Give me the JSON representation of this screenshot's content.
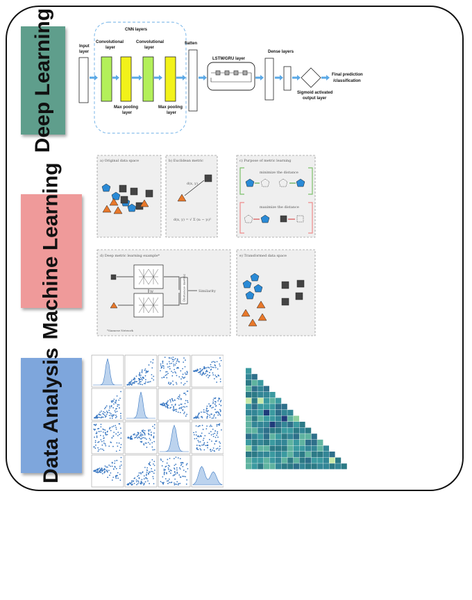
{
  "sections": {
    "deep_learning": "Deep Learning",
    "machine_learning": "Machine Learning",
    "data_analysis": "Data Analysis"
  },
  "dl": {
    "input_layer": [
      "Input",
      "layer"
    ],
    "cnn_layers": "CNN layers",
    "conv1": [
      "Convolutional",
      "layer"
    ],
    "conv2": [
      "Convolutional",
      "layer"
    ],
    "pool1": [
      "Max pooling",
      "layer"
    ],
    "pool2": [
      "Max pooling",
      "layer"
    ],
    "flatten": "flatten",
    "lstm": "LSTM/GRU layer",
    "dense": "Dense layers",
    "final": [
      "Final prediction",
      "/classification"
    ],
    "sigmoid": [
      "Sigmoid activated",
      "output layer"
    ]
  },
  "ml": {
    "a_title": "a) Original data space",
    "b_title": "b) Euclidean metric",
    "b_dxy": "d(x, y)",
    "b_formula": "d(x, y) = √ Σ (xᵢ − yᵢ)²",
    "c_title": "c) Purpose of metric learning",
    "c_min": "minimize the distance",
    "c_max": "maximize the distance",
    "d_title": "d) Deep metric learning example*",
    "d_w": "W",
    "d_distance": "Distance metric",
    "d_similarity": "Similarity",
    "d_note": "*Siamese Network",
    "e_title": "e) Transformed data space"
  },
  "colors": {
    "band_deep": "#5f9e8c",
    "band_machine": "#ef9a9a",
    "band_data": "#7ea6dc",
    "conv": "#b3f05a",
    "pool": "#f2f21a",
    "arrow": "#5aa8e6",
    "pentagon": "#2a8ad6",
    "triangle": "#e8782a",
    "square": "#444444"
  }
}
